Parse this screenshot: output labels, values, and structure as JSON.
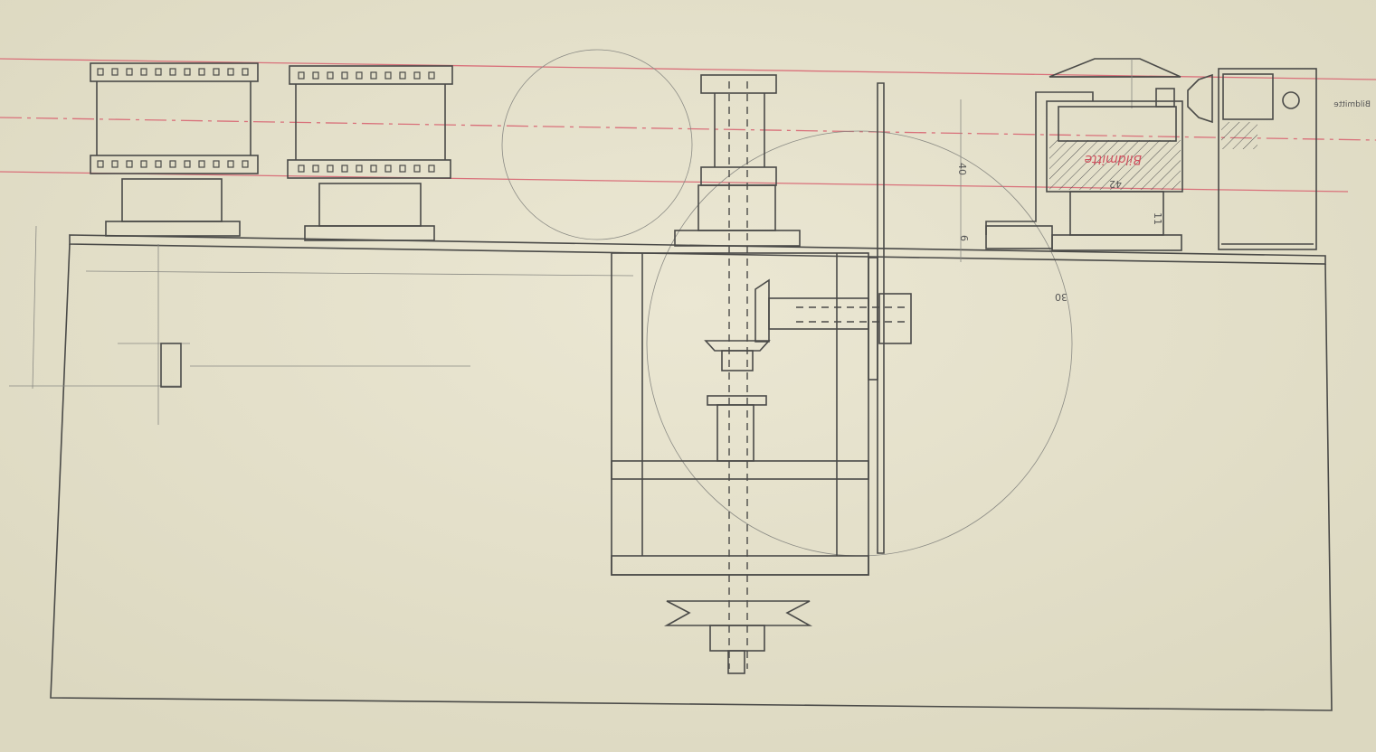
{
  "drawing": {
    "labels": {
      "center_line": "Bildmitte",
      "dim_40": "40",
      "dim_6": "6",
      "dim_42": "42",
      "dim_11": "11",
      "dim_30": "30",
      "side_note": "Bildmitte"
    },
    "colors": {
      "paper": "#e6e2cc",
      "pencil": "#4a4a48",
      "red_line": "#d9707a"
    }
  }
}
